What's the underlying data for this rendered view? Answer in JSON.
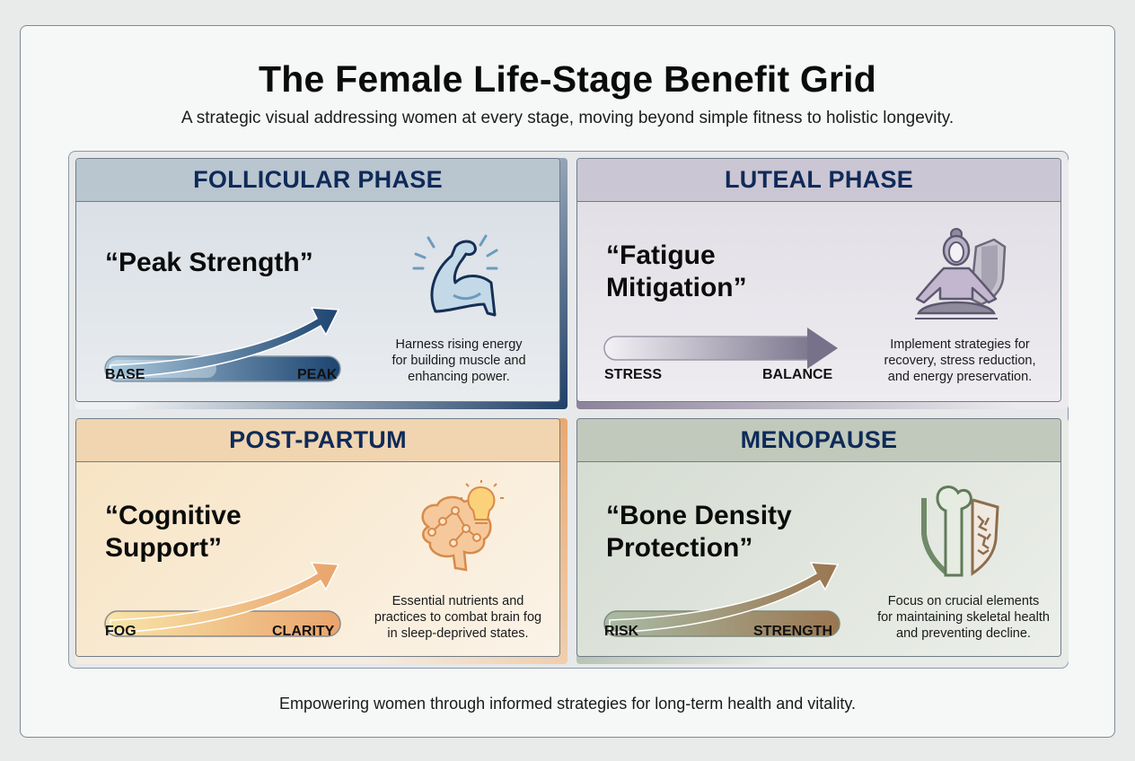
{
  "title": "The Female Life-Stage Benefit Grid",
  "subtitle": "A strategic visual addressing women at every stage, moving beyond simple fitness to holistic longevity.",
  "footer": "Empowering women through informed strategies for long-term health and vitality.",
  "panels": [
    {
      "id": "follicular",
      "header": "FOLLICULAR PHASE",
      "quote_line1": "“Peak Strength”",
      "quote_line2": "",
      "scale_start": "BASE",
      "scale_end": "PEAK",
      "icon": "flexed-bicep-icon",
      "description_lines": [
        "Harness rising energy",
        "for building muscle and",
        "enhancing power."
      ],
      "colors": {
        "accent": "#1d4470",
        "light": "#a9c8dc",
        "header_bg": "#b7c5cf",
        "body_bg": "#e2e7eb",
        "outer": "#1f3f67"
      }
    },
    {
      "id": "luteal",
      "header": "LUTEAL PHASE",
      "quote_line1": "“Fatigue",
      "quote_line2": "Mitigation”",
      "scale_start": "STRESS",
      "scale_end": "BALANCE",
      "icon": "meditation-shield-icon",
      "description_lines": [
        "Implement strategies for",
        "recovery, stress reduction,",
        "and energy preservation."
      ],
      "colors": {
        "accent": "#77728a",
        "light": "#f2f0f4",
        "header_bg": "#cbc6d3",
        "body_bg": "#e9e6ec",
        "outer": "#8a8299"
      }
    },
    {
      "id": "postpartum",
      "header": "POST-PARTUM",
      "quote_line1": "“Cognitive",
      "quote_line2": "Support”",
      "scale_start": "FOG",
      "scale_end": "CLARITY",
      "icon": "brain-lightbulb-icon",
      "description_lines": [
        "Essential nutrients and",
        "practices to combat brain fog",
        "in sleep-deprived states."
      ],
      "colors": {
        "accent": "#e9a46d",
        "light": "#f8e4a8",
        "header_bg": "#f0d5b0",
        "body_bg": "#f8ecd8",
        "outer": "#e9a86e"
      }
    },
    {
      "id": "menopause",
      "header": "MENOPAUSE",
      "quote_line1": "“Bone Density",
      "quote_line2": "Protection”",
      "scale_start": "RISK",
      "scale_end": "STRENGTH",
      "icon": "bone-shield-icon",
      "description_lines": [
        "Focus on crucial elements",
        "for maintaining skeletal health",
        "and preventing decline."
      ],
      "colors": {
        "accent": "#9a7650",
        "light": "#a9bba5",
        "header_bg": "#bfc8ba",
        "body_bg": "#dde2da",
        "outer": "#7f9479"
      }
    }
  ]
}
